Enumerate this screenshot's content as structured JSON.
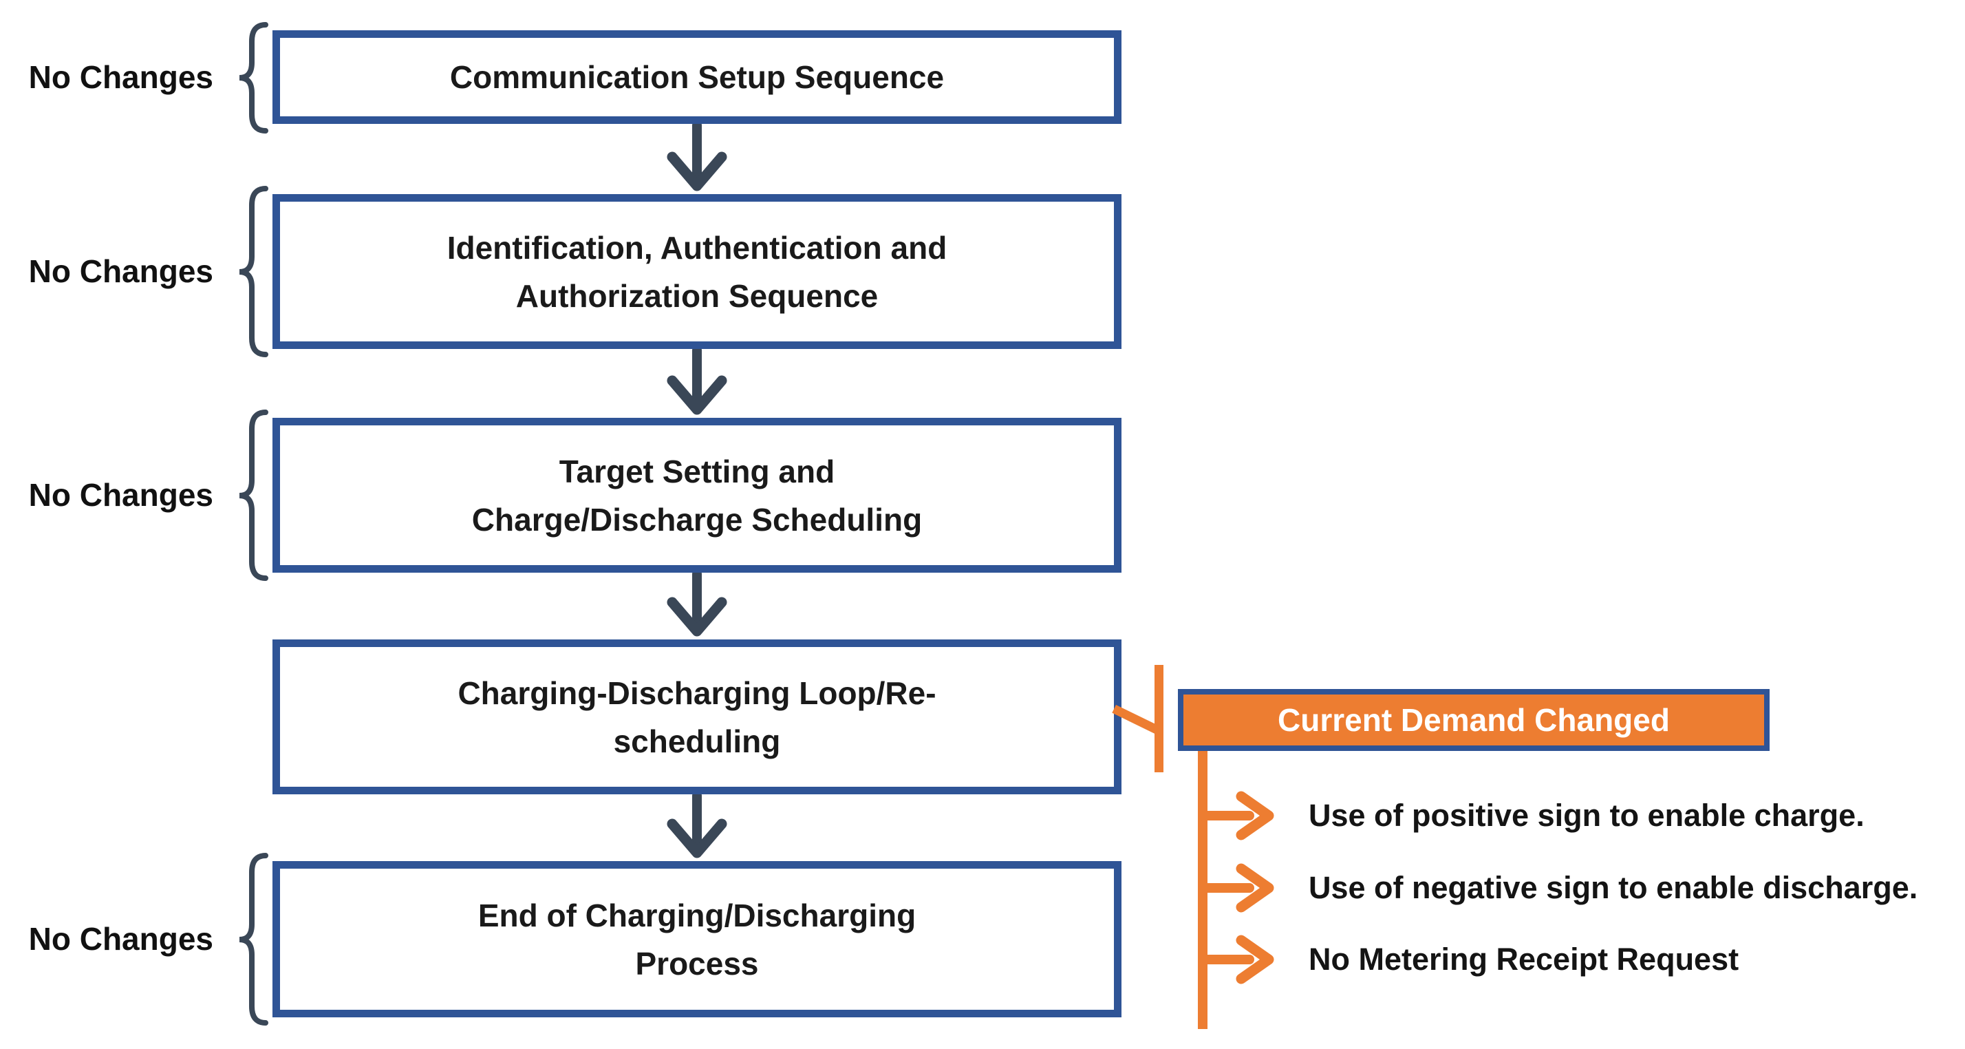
{
  "diagram": {
    "flow_steps": [
      {
        "label": "Communication Setup Sequence",
        "side_note": "No Changes"
      },
      {
        "label": "Identification, Authentication and\nAuthorization Sequence",
        "side_note": "No Changes"
      },
      {
        "label": "Target Setting and\nCharge/Discharge Scheduling",
        "side_note": "No Changes"
      },
      {
        "label": "Charging-Discharging Loop/Re-\nscheduling"
      },
      {
        "label": "End of Charging/Discharging\nProcess",
        "side_note": "No Changes"
      }
    ],
    "annotation": {
      "title": "Current Demand Changed",
      "bullets": [
        "Use of positive sign to enable charge.",
        "Use of negative sign to enable discharge.",
        "No Metering Receipt Request"
      ]
    },
    "colors": {
      "background": "#FFFFFF",
      "box_border": "#2F5496",
      "box_fill": "#FFFFFF",
      "box_text": "#1A1A1A",
      "flow_arrow": "#3A4757",
      "brace": "#3A4757",
      "side_note_text": "#111111",
      "accent_orange": "#ED7D31",
      "annotation_title_text": "#FFFFFF"
    }
  }
}
